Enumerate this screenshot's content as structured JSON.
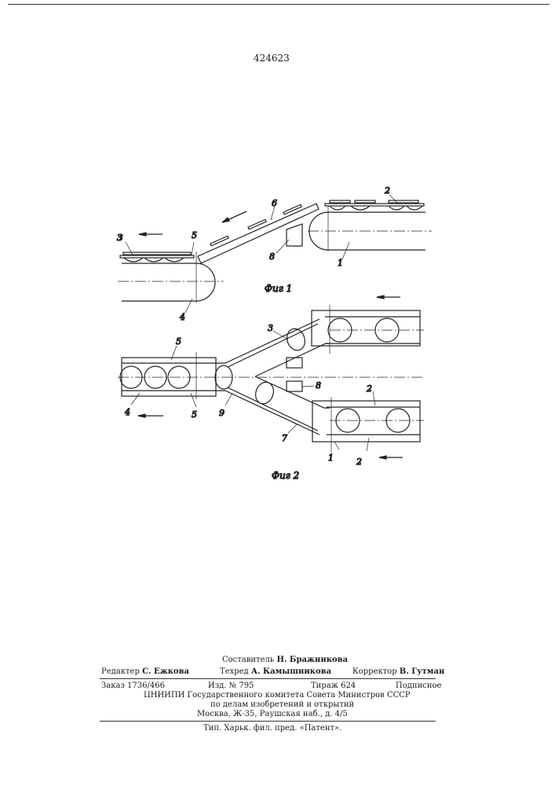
{
  "patent_number": "424623",
  "figures": {
    "fig1": {
      "caption": "Фиг 1",
      "labels": [
        "1",
        "2",
        "3",
        "4",
        "5",
        "6",
        "8"
      ]
    },
    "fig2": {
      "caption": "Фиг 2",
      "labels": [
        "1",
        "2",
        "2",
        "3",
        "4",
        "5",
        "5",
        "7",
        "8",
        "9"
      ]
    }
  },
  "colophon": {
    "compiler_label": "Составитель",
    "compiler": "Н. Бражникова",
    "editor_label": "Редактер",
    "editor": "С. Ежкова",
    "techred_label": "Техред",
    "techred": "А. Камышникова",
    "corrector_label": "Корректор",
    "corrector": "В. Гутман",
    "order": "Заказ 1736/466",
    "edition": "Изд. № 795",
    "circulation": "Тираж 624",
    "subscription": "Подписное",
    "org_line1": "ЦНИИПИ Государственного комитета Совета Министров СССР",
    "org_line2": "по делам изобретений и открытий",
    "address": "Москва, Ж-35, Раушская наб., д. 4/5",
    "printer": "Тип. Харьк. фил. пред. «Патент»."
  }
}
